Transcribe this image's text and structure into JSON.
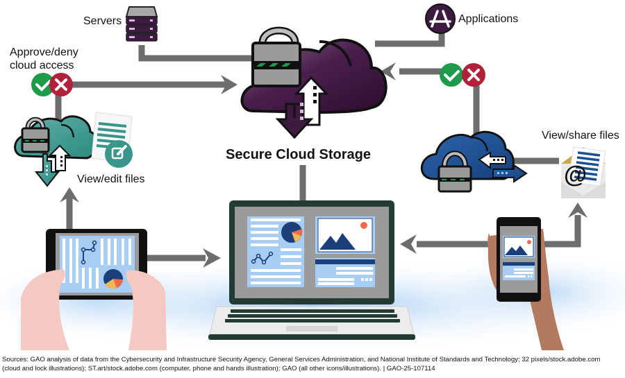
{
  "diagram": {
    "title": "Secure Cloud Storage",
    "nodes": {
      "servers": {
        "label": "Servers",
        "icon": "server-stack-icon"
      },
      "applications": {
        "label": "Applications",
        "icon": "app-store-icon"
      },
      "access_control": {
        "label_line1": "Approve/deny",
        "label_line2": "cloud access",
        "icons": [
          "check-icon",
          "x-icon"
        ]
      },
      "view_edit": {
        "label": "View/edit files",
        "icon": "edit-document-icon"
      },
      "view_share": {
        "label": "View/share files",
        "icon": "email-attachment-icon"
      },
      "central_cloud": {
        "icon": "secure-cloud-icon"
      },
      "left_cloud": {
        "icon": "teal-secure-cloud-icon"
      },
      "right_cloud": {
        "icon": "blue-secure-cloud-icon"
      },
      "laptop": {
        "icon": "laptop-icon"
      },
      "tablet": {
        "icon": "tablet-icon"
      },
      "phone": {
        "icon": "smartphone-icon"
      }
    },
    "colors": {
      "connector": "#6d6d6d",
      "cloud_purple": "#3d1a3f",
      "cloud_teal": "#3a968c",
      "cloud_blue": "#1c4f93",
      "approve_green": "#1f9a4a",
      "deny_red": "#b0223a",
      "lock_stripe": "#1f9a4a",
      "screen_blue": "#a8cdf5",
      "navy": "#1a3f7a",
      "accent_orange": "#ef6a4a",
      "accent_yellow": "#f2b755"
    }
  },
  "source": {
    "line1": "Sources: GAO analysis of data from the Cybersecurity and Infrastructure Security Agency, General Services Administration, and National Institute of Standards and Technology; 32 pixels/stock.adobe.com",
    "line2": "(cloud and lock illustrations); ST.art/stock.adobe.com (computer, phone and hands illustration); GAO (all other icons/illustrations).  |  GAO-25-107114"
  }
}
